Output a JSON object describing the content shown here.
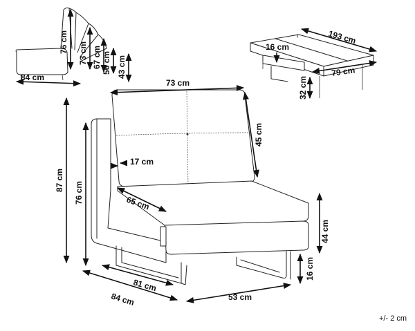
{
  "dimensions": {
    "side_depth": "84 cm",
    "side_heights": [
      "76 cm",
      "73 cm",
      "67 cm",
      "56 cm",
      "43 cm"
    ],
    "bed_length": "193 cm",
    "bed_mattress_thickness": "16 cm",
    "bed_width": "79 cm",
    "bed_seat_height": "32 cm",
    "backrest_width": "73 cm",
    "backrest_height": "45 cm",
    "armrest_thickness": "17 cm",
    "total_height": "87 cm",
    "arm_height": "76 cm",
    "seat_depth": "65 cm",
    "seat_height": "44 cm",
    "leg_height": "16 cm",
    "inner_depth": "81 cm",
    "total_depth": "84 cm",
    "seat_width": "53 cm"
  },
  "tolerance": "+/- 2 cm"
}
